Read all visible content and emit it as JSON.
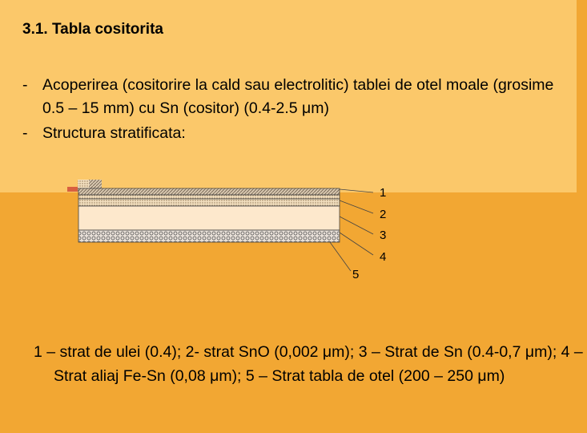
{
  "slide": {
    "title": "3.1. Tabla cositorita",
    "bullets": [
      {
        "dash": "-",
        "text": "Acoperirea (cositorire la cald sau electrolitic) tablei de otel moale  (grosime 0.5 – 15 mm) cu Sn (cositor) (0.4-2.5 μm)"
      },
      {
        "dash": "-",
        "text": "Structura stratificata:"
      }
    ],
    "diagram": {
      "labels": [
        "1",
        "2",
        "3",
        "4",
        "5"
      ]
    },
    "legend": "1 – strat de ulei (0.4); 2- strat SnO (0,002 μm); 3 – Strat de Sn (0.4-0,7 μm); 4 – Strat aliaj Fe-Sn (0,08 μm); 5 – Strat tabla de otel (200 – 250 μm)"
  },
  "colors": {
    "background_top": "#fbc86a",
    "background_bottom": "#f2a733"
  }
}
